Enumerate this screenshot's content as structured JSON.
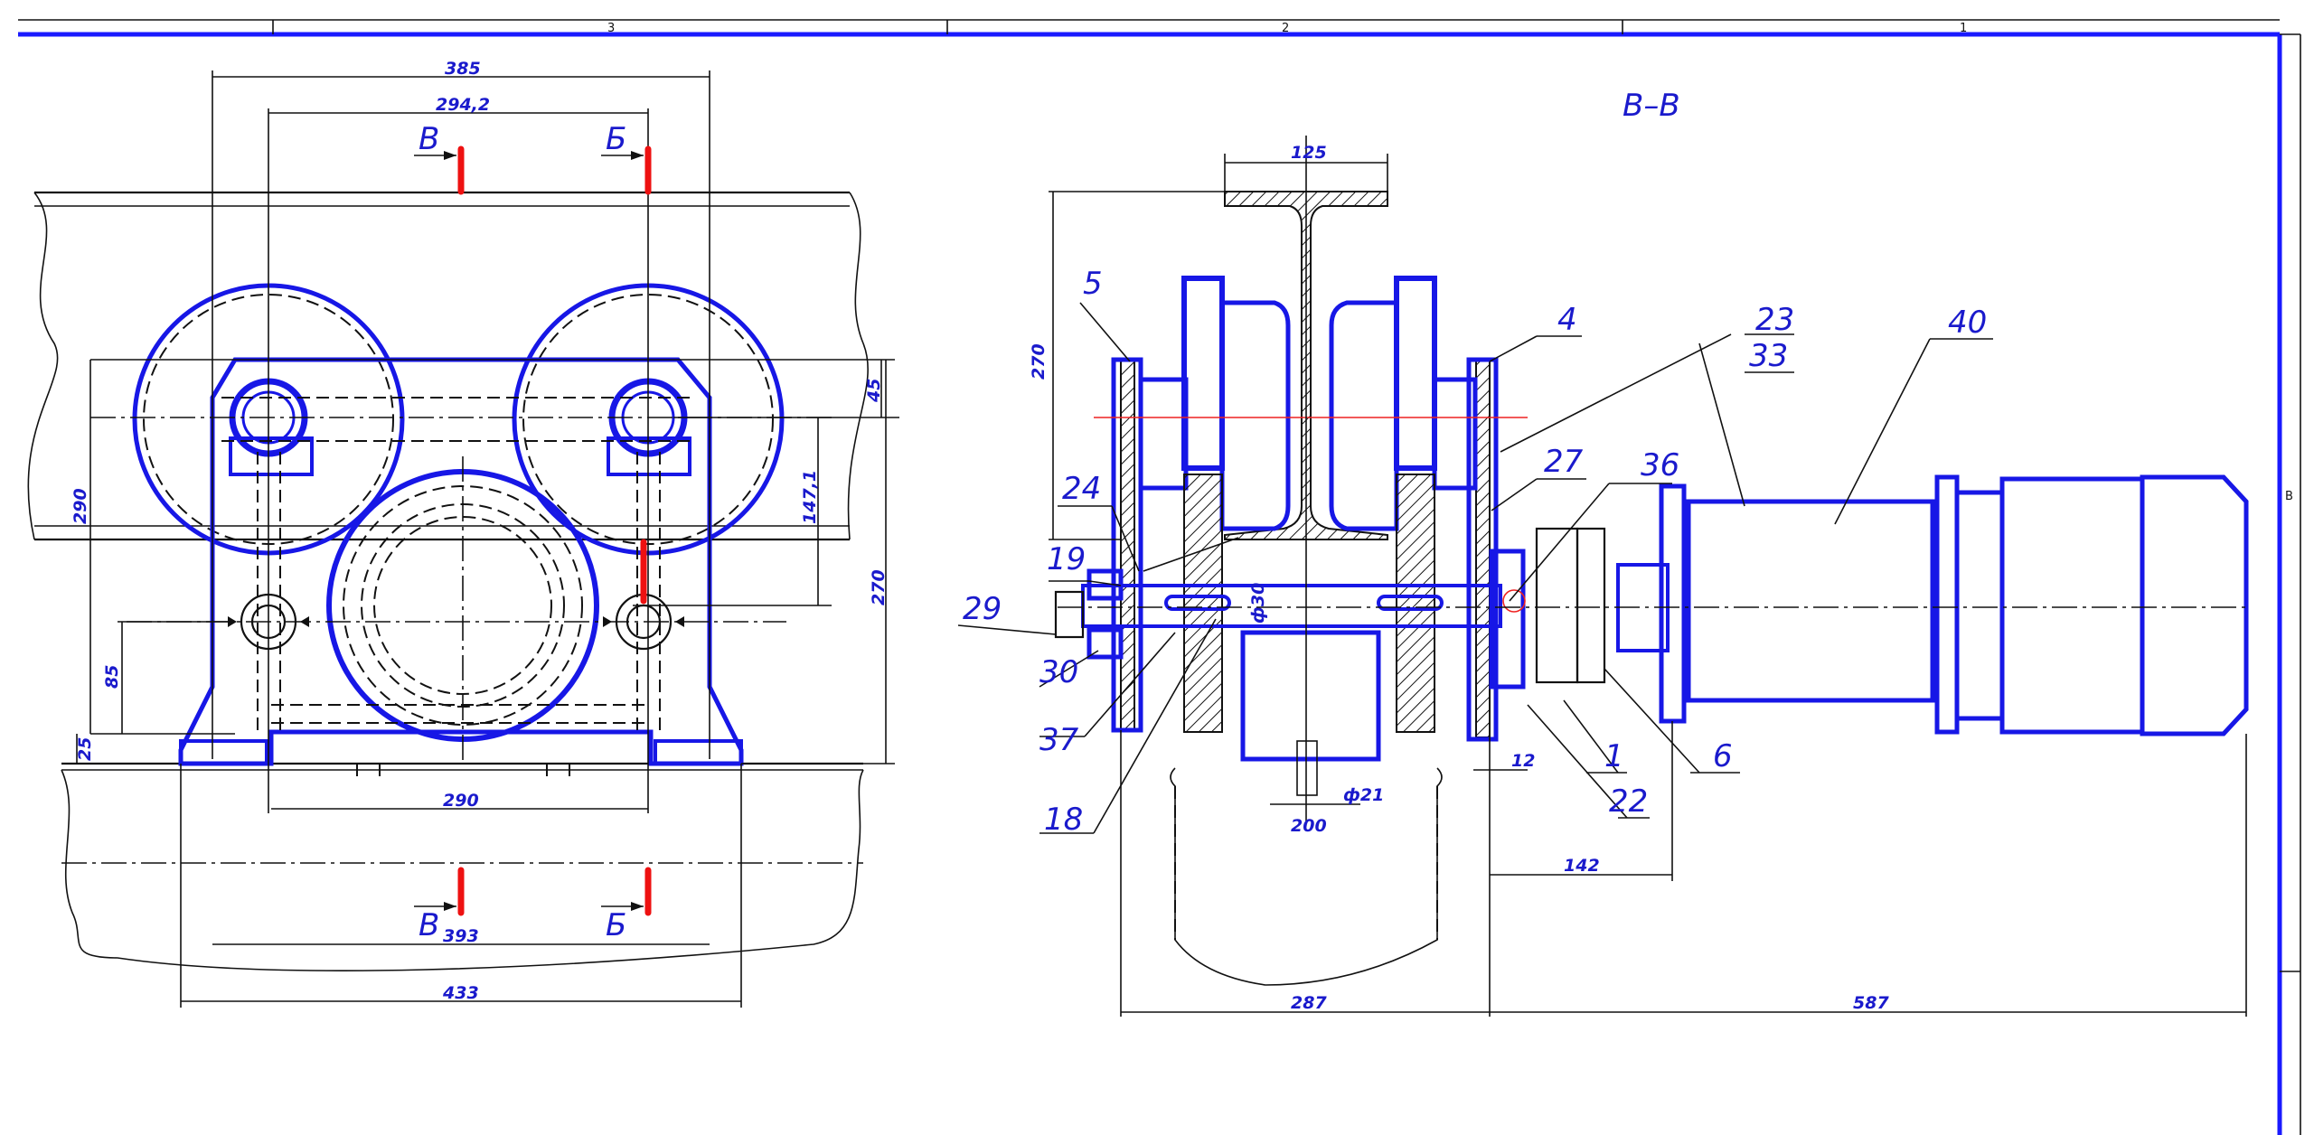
{
  "zones": [
    "3",
    "2",
    "1"
  ],
  "edge_mark": "B",
  "section_title": "В–В",
  "left_view": {
    "dims": {
      "top_outer": "385",
      "top_inner": "294,2",
      "right_upper": "45",
      "right_mid": "147,1",
      "right_full": "270",
      "left_full": "290",
      "left_mid": "85",
      "left_low": "25",
      "bottom_inner": "290",
      "bottom_mid": "393",
      "bottom_outer": "433"
    },
    "cut_marks": {
      "v_top": "В",
      "b_top": "Б",
      "v_bottom": "В",
      "b_bottom": "Б"
    }
  },
  "right_view": {
    "dims": {
      "beam_width": "125",
      "height_left": "270",
      "shaft_dia": "ф30",
      "gap": "12",
      "center_dist": "200",
      "bolt_dia": "ф21",
      "motor_offset": "142",
      "bottom_left": "287",
      "bottom_right": "587"
    },
    "callouts": [
      "5",
      "4",
      "23",
      "33",
      "40",
      "27",
      "36",
      "24",
      "19",
      "29",
      "30",
      "37",
      "18",
      "1",
      "6",
      "22"
    ]
  }
}
